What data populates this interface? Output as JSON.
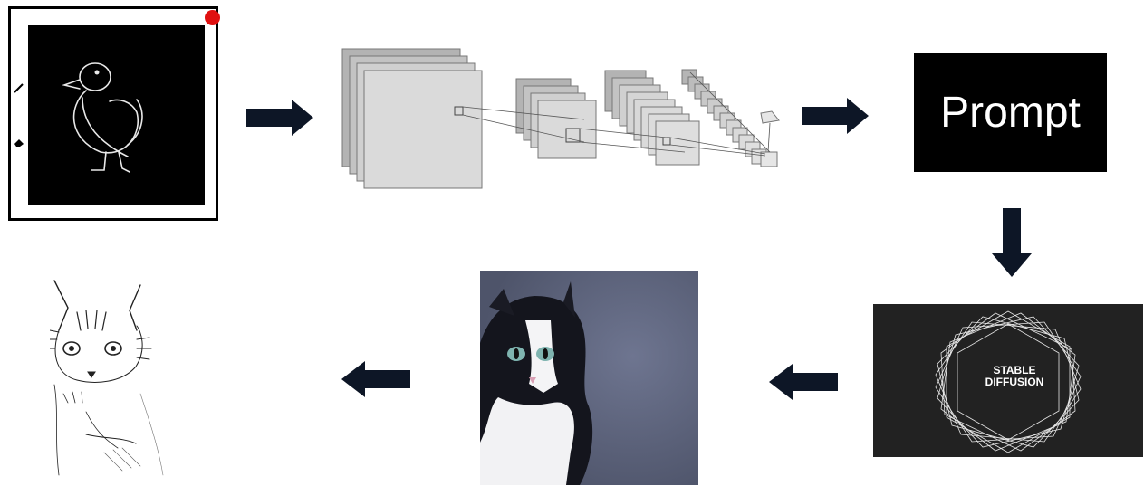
{
  "diagram": {
    "prompt_label": "Prompt",
    "stable_diffusion_line1": "STABLE",
    "stable_diffusion_line2": "DIFFUSION",
    "icons": {
      "pen": "pen-icon",
      "eraser": "eraser-icon",
      "record": "record-dot-icon",
      "arrow": "arrow-icon"
    },
    "colors": {
      "record_dot": "#e01010",
      "arrow": "#0d1626",
      "canvas_bg": "#000000",
      "sd_bg": "#222222",
      "photo_bg": "#5c6278"
    }
  }
}
